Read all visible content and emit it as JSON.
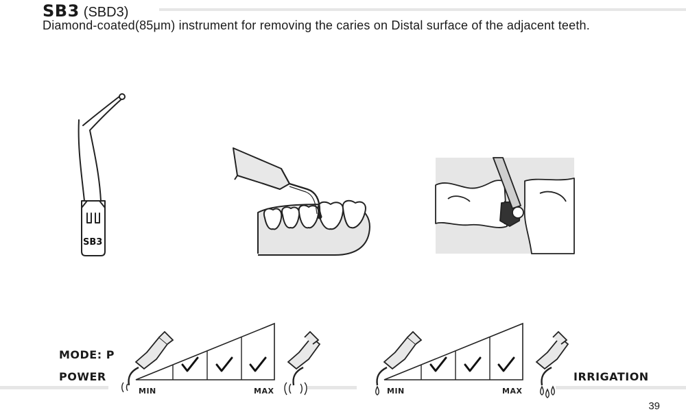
{
  "header": {
    "code": "SB3",
    "subcode": "(SBD3)",
    "description": "Diamond-coated(85μm) instrument for removing the caries on Distal surface of the adjacent teeth."
  },
  "tip": {
    "label": "SB3"
  },
  "mode": {
    "label": "MODE: P"
  },
  "power": {
    "label": "POWER",
    "min": "MIN",
    "max": "MAX",
    "checks": 3,
    "levels": 4
  },
  "irrigation": {
    "label": "IRRIGATION",
    "min": "MIN",
    "max": "MAX",
    "checks": 3,
    "levels": 4
  },
  "page": {
    "number": "39"
  }
}
